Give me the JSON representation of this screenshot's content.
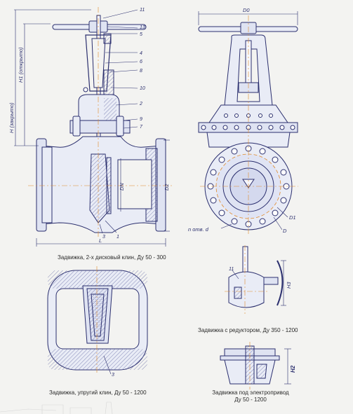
{
  "labels": {
    "part_numbers": [
      "11",
      "13",
      "5",
      "4",
      "6",
      "8",
      "10",
      "2",
      "9",
      "7",
      "3",
      "1"
    ],
    "inset_part": "3",
    "reducer_part": "11"
  },
  "dimensions": {
    "d0": "D0",
    "h1": "H1 (открыто)",
    "h": "H (закрыто)",
    "dn": "DN",
    "d2": "D2",
    "l": "L",
    "d1": "D1",
    "d": "D",
    "bolts": "n отв. d",
    "h3": "H3",
    "h2": "H2"
  },
  "captions": {
    "main": "Задвижка, 2-х дисковый клин, Ду 50 - 300",
    "elastic": "Задвижка, упругий клин, Ду 50 - 1200",
    "reducer": "Задвижка с редуктором, Ду 350 - 1200",
    "actuator_line1": "Задвижка под электропривод",
    "actuator_line2": "Ду 50 - 1200"
  },
  "colors": {
    "line": "#2b2f6e",
    "fill": "#e9ecf6",
    "hatch": "#6b6fa8",
    "centerline": "#e08a2a",
    "background": "#f3f3f1"
  }
}
